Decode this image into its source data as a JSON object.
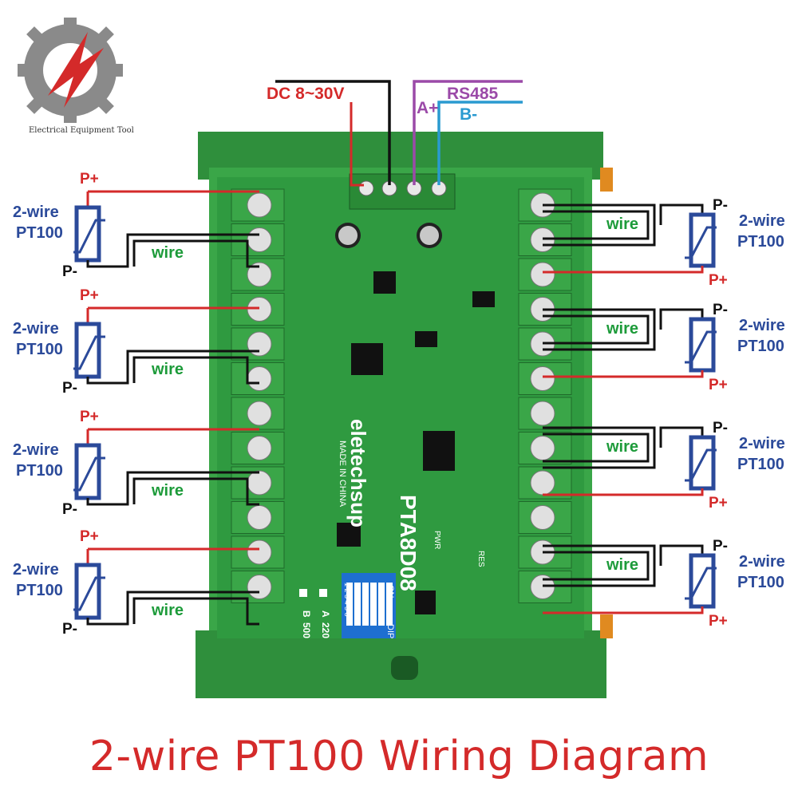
{
  "logo": {
    "text": "Electrical Equipment Tool"
  },
  "power": {
    "label": "DC 8~30V"
  },
  "rs485": {
    "label": "RS485",
    "a_label": "A+",
    "b_label": "B-"
  },
  "board": {
    "brand": "eletechsup",
    "model": "PTA8D08",
    "made_in": "MADE IN CHINA",
    "dip_on": "ON",
    "dip_label": "DIP",
    "dip_numbers": "1 2 3 4 5 6",
    "legend_a": "A",
    "legend_a_val": "220",
    "legend_b": "B",
    "legend_b_val": "500",
    "pwr_label": "PWR",
    "res_label": "RES"
  },
  "sensor_label_line1": "2-wire",
  "sensor_label_line2": "PT100",
  "wire_label": "wire",
  "p_plus": "P+",
  "p_minus": "P-",
  "footer": {
    "title": "2-wire PT100 Wiring Diagram"
  },
  "colors": {
    "label_blue": "#2b4a9a",
    "wire_green": "#1d9b3a",
    "power_red": "#d42a2a",
    "rs485_purple": "#9b4aa8",
    "rs485_blue": "#2a9ad0",
    "board_green": "#3aa648"
  }
}
